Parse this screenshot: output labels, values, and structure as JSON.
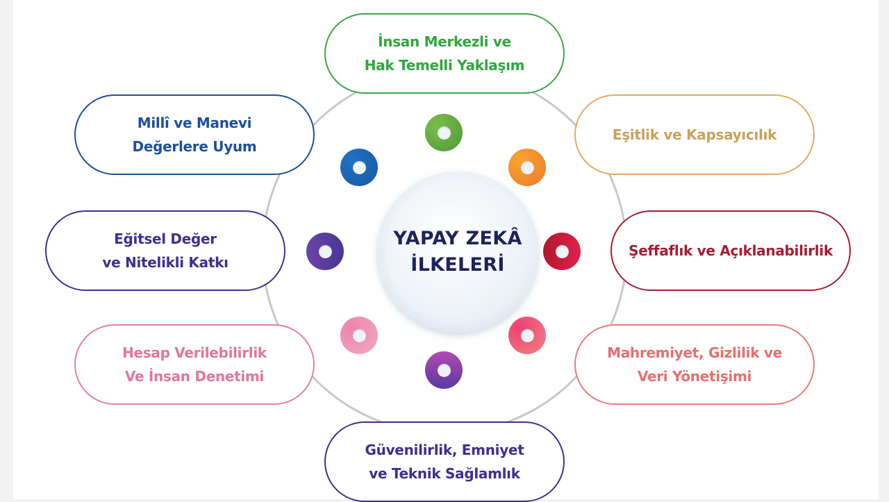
{
  "diagram": {
    "center": {
      "line1": "YAPAY ZEKÂ",
      "line2": "İLKELERİ",
      "color": "#1e2459"
    },
    "principles": [
      {
        "id": "human-centered",
        "text": "İnsan Merkezli ve\nHak  Temelli Yaklaşım",
        "color": "#2fa83c",
        "dot_color": "#5aa53c",
        "position": "top"
      },
      {
        "id": "equality",
        "text": "Eşitlik ve Kapsayıcılık",
        "color": "#c9a15a",
        "border_color": "#e6a863",
        "dot_color": "#f08a2c",
        "position": "top-right"
      },
      {
        "id": "transparency",
        "text": "Şeffaflık ve Açıklanabilirlik",
        "color": "#a51c30",
        "dot_color": "#c81e3a",
        "position": "right"
      },
      {
        "id": "privacy",
        "text": "Mahremiyet, Gizlilik ve\nVeri Yönetişimi",
        "color": "#e6706e",
        "dot_color": "#e8567a",
        "position": "bottom-right"
      },
      {
        "id": "reliability",
        "text": "Güvenilirlik, Emniyet\nve Teknik Sağlamlık",
        "color": "#3d2f8f",
        "dot_color": "#8a3fb0",
        "position": "bottom"
      },
      {
        "id": "accountability",
        "text": "Hesap Verilebilirlik\nVe İnsan Denetimi",
        "color": "#e2769d",
        "dot_color": "#ec94b8",
        "position": "bottom-left"
      },
      {
        "id": "educational",
        "text": "Eğitsel Değer\nve Nitelikli Katkı",
        "color": "#3e3092",
        "dot_color": "#5a3f9e",
        "position": "left"
      },
      {
        "id": "national-values",
        "text": "Millî ve Manevi\nDeğerlere Uyum",
        "color": "#1c4f9e",
        "dot_color": "#1f63b3",
        "position": "top-left"
      }
    ]
  }
}
